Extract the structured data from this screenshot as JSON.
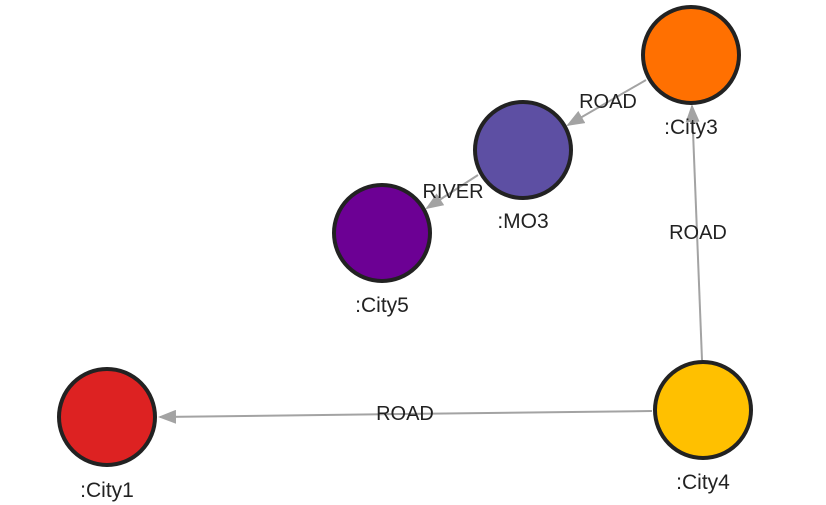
{
  "graph": {
    "nodes": [
      {
        "id": "city3",
        "label": ":City3",
        "color": "#ff7001"
      },
      {
        "id": "mo3",
        "label": ":MO3",
        "color": "#5d4fa3"
      },
      {
        "id": "city5",
        "label": ":City5",
        "color": "#6c0094"
      },
      {
        "id": "city4",
        "label": ":City4",
        "color": "#ffc000"
      },
      {
        "id": "city1",
        "label": ":City1",
        "color": "#dd2222"
      }
    ],
    "edges": [
      {
        "id": "e1",
        "from": "city3",
        "to": "mo3",
        "label": "ROAD"
      },
      {
        "id": "e2",
        "from": "mo3",
        "to": "city5",
        "label": "RIVER"
      },
      {
        "id": "e3",
        "from": "city4",
        "to": "city3",
        "label": "ROAD"
      },
      {
        "id": "e4",
        "from": "city4",
        "to": "city1",
        "label": "ROAD"
      }
    ]
  }
}
